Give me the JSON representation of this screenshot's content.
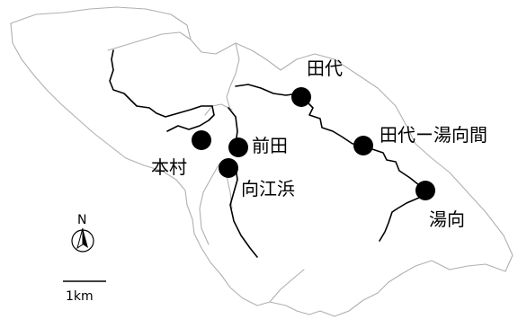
{
  "map": {
    "points": [
      {
        "id": "tashiro",
        "label": "田代"
      },
      {
        "id": "tashiro-yumukai",
        "label": "田代ー湯向間"
      },
      {
        "id": "maeda",
        "label": "前田"
      },
      {
        "id": "honmura",
        "label": "本村"
      },
      {
        "id": "mukaehama",
        "label": "向江浜"
      },
      {
        "id": "yumukai",
        "label": "湯向"
      }
    ],
    "north": {
      "letter": "N",
      "icon": "north-arrow-icon"
    },
    "scale": {
      "label": "1km"
    },
    "colors": {
      "outline": "#b0b0b0",
      "river": "#000000",
      "points": "#000000"
    }
  }
}
